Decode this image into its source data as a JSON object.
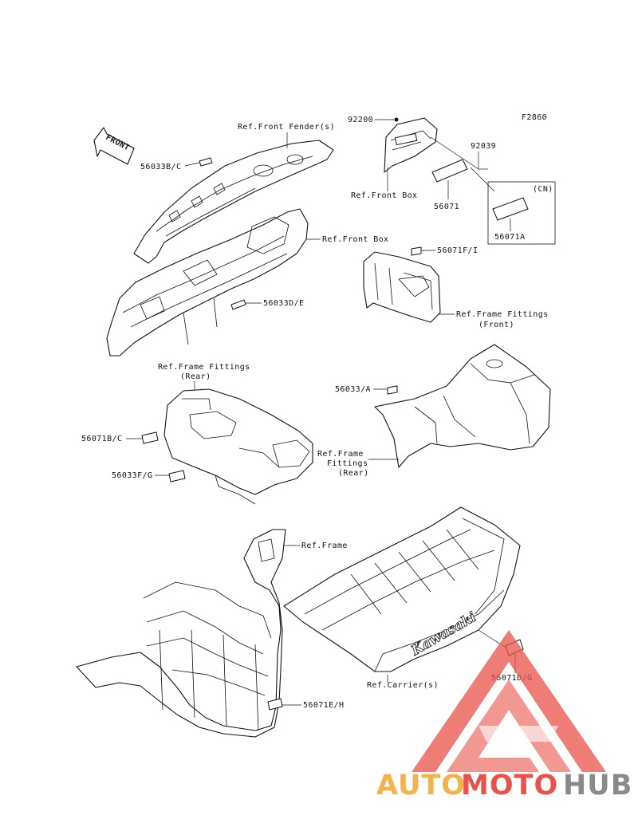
{
  "diagram_code": "F2860",
  "front_arrow": "FRONT",
  "labels": {
    "l_92200": "92200",
    "l_92039": "92039",
    "ref_front_box_1": "Ref.Front Box",
    "l_56071": "56071",
    "cn_tag": "(CN)",
    "l_56071A": "56071A",
    "ref_front_fender": "Ref.Front Fender(s)",
    "l_56033BC": "56033B/C",
    "ref_front_box_2": "Ref.Front Box",
    "l_56033DE": "56033D/E",
    "l_56071FI": "56071F/I",
    "ref_frame_fittings_front_1": "Ref.Frame Fittings",
    "ref_frame_fittings_front_2": "(Front)",
    "ref_frame_fittings_rear_top_1": "Ref.Frame Fittings",
    "ref_frame_fittings_rear_top_2": "(Rear)",
    "l_56071BC": "56071B/C",
    "l_56033FG": "56033F/G",
    "l_56033A": "56033/A",
    "ref_frame_fittings_rear_right_1": "Ref.Frame",
    "ref_frame_fittings_rear_right_2": "Fittings",
    "ref_frame_fittings_rear_right_3": "(Rear)",
    "ref_frame": "Ref.Frame",
    "l_56071EH": "56071E/H",
    "ref_carrier": "Ref.Carrier(s)",
    "l_56071DG": "56071D/G",
    "carrier_brand": "Kawasaki"
  },
  "watermark": {
    "part1": "AUTO",
    "part2": "MOTO",
    "part3": "HUB",
    "colors": {
      "auto": "#f3b24a",
      "moto": "#e9524a",
      "hub": "#8a8a8a",
      "logo_red": "#e9524a"
    }
  }
}
